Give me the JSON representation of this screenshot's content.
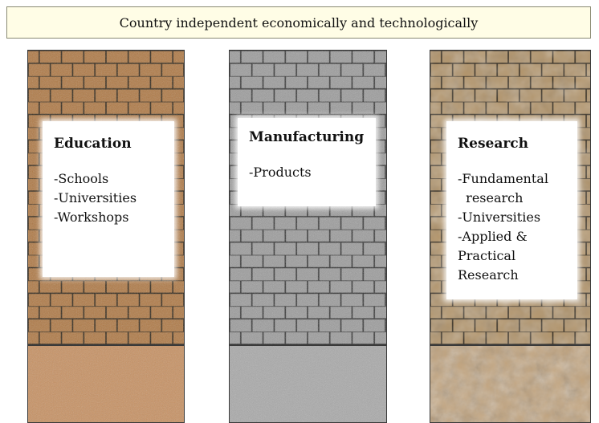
{
  "banner": {
    "text": "Country independent economically and technologically"
  },
  "pillars": [
    {
      "title": "Education",
      "items": [
        "-Schools",
        "-Universities",
        "-Workshops"
      ]
    },
    {
      "title": "Manufacturing",
      "items": [
        "-Products"
      ]
    },
    {
      "title": "Research",
      "items": [
        "-Fundamental",
        "  research",
        "-Universities",
        "-Applied &",
        "Practical",
        "Research"
      ]
    }
  ],
  "colors": {
    "education_brick": "#b07a46",
    "education_base": "#c89060",
    "manufacturing_brick": "#9a9a9a",
    "manufacturing_base": "#a8a8a8",
    "research_brick": "#b2946a",
    "research_base": "#c2a47e",
    "mortar": "#2c2418"
  }
}
